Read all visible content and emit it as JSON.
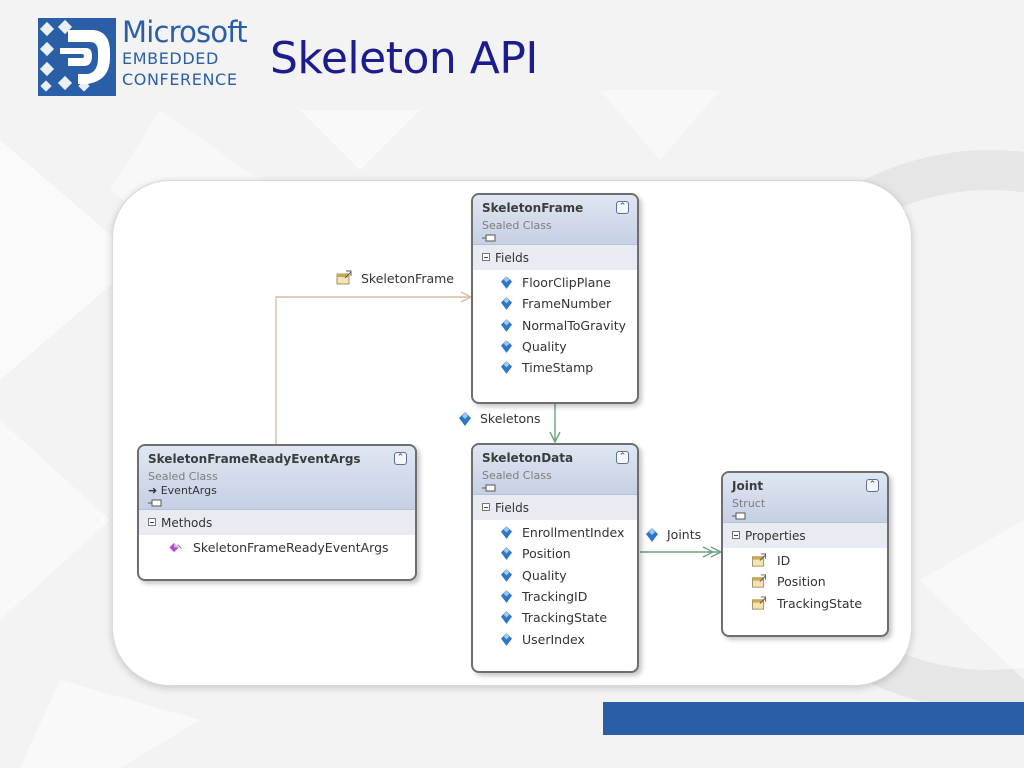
{
  "brand": {
    "name": "Microsoft",
    "line1": "EMBEDDED",
    "line2": "CONFERENCE",
    "color": "#2a5fa8"
  },
  "title": "Skeleton API",
  "accent": "#2b5ea7",
  "classes": {
    "skeleton_frame": {
      "name": "SkeletonFrame",
      "kind": "Sealed Class",
      "section": "Fields",
      "items": [
        "FloorClipPlane",
        "FrameNumber",
        "NormalToGravity",
        "Quality",
        "TimeStamp"
      ],
      "item_icon": "field-icon"
    },
    "skeleton_data": {
      "name": "SkeletonData",
      "kind": "Sealed Class",
      "section": "Fields",
      "items": [
        "EnrollmentIndex",
        "Position",
        "Quality",
        "TrackingID",
        "TrackingState",
        "UserIndex"
      ],
      "item_icon": "field-icon"
    },
    "event_args": {
      "name": "SkeletonFrameReadyEventArgs",
      "kind": "Sealed Class",
      "base": "EventArgs",
      "section": "Methods",
      "items": [
        "SkeletonFrameReadyEventArgs"
      ],
      "item_icon": "method-icon"
    },
    "joint": {
      "name": "Joint",
      "kind": "Struct",
      "section": "Properties",
      "items": [
        "ID",
        "Position",
        "TrackingState"
      ],
      "item_icon": "property-icon"
    }
  },
  "associations": {
    "skeleton_frame": {
      "label": "SkeletonFrame",
      "icon": "property-icon",
      "color": "#e0b8a0"
    },
    "skeletons": {
      "label": "Skeletons",
      "icon": "field-icon",
      "color": "#6aa27e"
    },
    "joints": {
      "label": "Joints",
      "icon": "field-icon",
      "color": "#6aa27e"
    }
  }
}
